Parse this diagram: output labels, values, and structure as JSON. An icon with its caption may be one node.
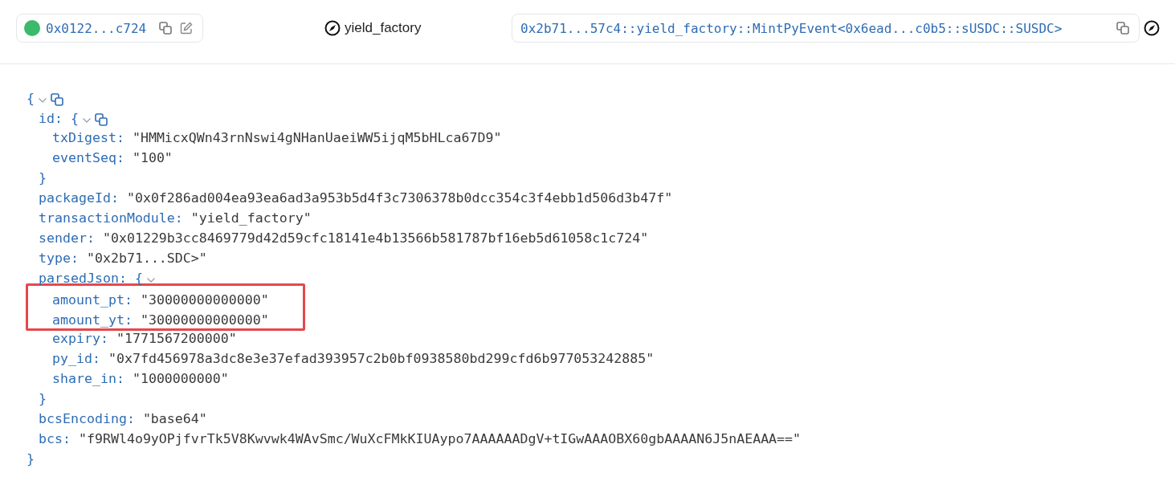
{
  "diagram": {
    "nodes": [
      {
        "text": [
          "0x0122...c724"
        ]
      },
      {
        "text": [
          "yield_factory"
        ]
      },
      {
        "text": [
          "0x2b71...57c4::yield_factory::MintPyEvent<0x6ead...c0b5::sUSDC::SUSDC>"
        ]
      },
      {
        "text": [
          "amount_pt: \"30000000000000\"",
          "amount_yt: \"30000000000000\""
        ]
      }
    ],
    "edges": [],
    "labels": [
      "{",
      "id: {",
      "txDigest: \"HMMicxQWn43rnNswi4gNHanUaeiWW5ijqM5bHLca67D9\"",
      "eventSeq: \"100\"",
      "}",
      "packageId: \"0x0f286ad004ea93ea6ad3a953b5d4f3c7306378b0dcc354c3f4ebb1d506d3b47f\"",
      "transactionModule: \"yield_factory\"",
      "sender: \"0x01229b3cc8469779d42d59cfc18141e4b13566b581787bf16eb5d61058c1c724\"",
      "type: \"0x2b71...SDC>\"",
      "parsedJson: {",
      "expiry: \"1771567200000\"",
      "py_id: \"0x7fd456978a3dc8e3e37efad393957c2b0bf0938580bd299cfd6b977053242885\"",
      "share_in: \"1000000000\"",
      "}",
      "bcsEncoding: \"base64\"",
      "bcs: \"f9RWl4o9yOPjfvrTk5V8Kwvwk4WAvSmc/WuXcFMkKIUAypo7AAAAAADgV+tIGwAAAOBX60gbAAAAN6J5nAEAAA==\"",
      "}"
    ]
  }
}
